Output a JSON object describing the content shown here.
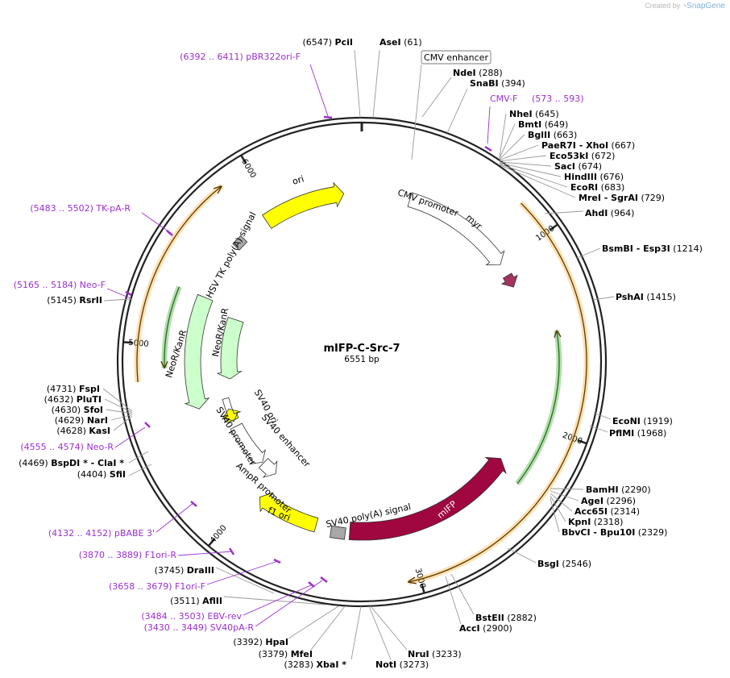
{
  "credit": {
    "prefix": "Created by",
    "brand": "SnapGene"
  },
  "plasmid": {
    "name": "mIFP-C-Src-7",
    "size": "6551 bp"
  },
  "ticks": [
    "1000",
    "2000",
    "3000",
    "4000",
    "5000",
    "6000"
  ],
  "features": [
    {
      "label": "ori",
      "type": "ori"
    },
    {
      "label": "CMV promoter",
      "type": "promoter"
    },
    {
      "label": "myr",
      "type": "misc"
    },
    {
      "label": "mIFP",
      "type": "cds"
    },
    {
      "label": "SV40 poly(A) signal",
      "type": "polyA"
    },
    {
      "label": "f1 ori",
      "type": "ori"
    },
    {
      "label": "AmpR promoter",
      "type": "promoter"
    },
    {
      "label": "SV40 promoter",
      "type": "promoter"
    },
    {
      "label": "SV40 ori",
      "type": "ori"
    },
    {
      "label": "SV40 enhancer",
      "type": "enhancer"
    },
    {
      "label": "NeoR/KanR",
      "type": "cds"
    },
    {
      "label": "NeoR/KanR",
      "type": "cds"
    },
    {
      "label": "HSV TK poly(A) signal",
      "type": "polyA"
    },
    {
      "label": "CMV enhancer",
      "type": "enhancer"
    }
  ],
  "enzymes": [
    {
      "name": "PciI",
      "pos": "(6547)"
    },
    {
      "name": "AseI",
      "pos": "(61)"
    },
    {
      "name": "NdeI",
      "pos": "(288)"
    },
    {
      "name": "SnaBI",
      "pos": "(394)"
    },
    {
      "name": "NheI",
      "pos": "(645)"
    },
    {
      "name": "BmtI",
      "pos": "(649)"
    },
    {
      "name": "BglII",
      "pos": "(663)"
    },
    {
      "name": "PaeR7I  - XhoI",
      "pos": "(667)"
    },
    {
      "name": "Eco53kI",
      "pos": "(672)"
    },
    {
      "name": "SacI",
      "pos": "(674)"
    },
    {
      "name": "HindIII",
      "pos": "(676)"
    },
    {
      "name": "EcoRI",
      "pos": "(683)"
    },
    {
      "name": "MreI  - SgrAI",
      "pos": "(729)"
    },
    {
      "name": "AhdI",
      "pos": "(964)"
    },
    {
      "name": "BsmBI  - Esp3I",
      "pos": "(1214)"
    },
    {
      "name": "PshAI",
      "pos": "(1415)"
    },
    {
      "name": "EcoNI",
      "pos": "(1919)"
    },
    {
      "name": "PflMI",
      "pos": "(1968)"
    },
    {
      "name": "BamHI",
      "pos": "(2290)"
    },
    {
      "name": "AgeI",
      "pos": "(2296)"
    },
    {
      "name": "Acc65I",
      "pos": "(2314)"
    },
    {
      "name": "KpnI",
      "pos": "(2318)"
    },
    {
      "name": "BbvCI  - Bpu10I",
      "pos": "(2329)"
    },
    {
      "name": "BsgI",
      "pos": "(2546)"
    },
    {
      "name": "BstEII",
      "pos": "(2882)"
    },
    {
      "name": "AccI",
      "pos": "(2900)"
    },
    {
      "name": "NruI",
      "pos": "(3233)"
    },
    {
      "name": "NotI",
      "pos": "(3273)"
    },
    {
      "name": "XbaI *",
      "pos": "(3283)"
    },
    {
      "name": "MfeI",
      "pos": "(3379)"
    },
    {
      "name": "HpaI",
      "pos": "(3392)"
    },
    {
      "name": "AflII",
      "pos": "(3511)"
    },
    {
      "name": "DraIII",
      "pos": "(3745)"
    },
    {
      "name": "SfiI",
      "pos": "(4404)"
    },
    {
      "name": "BspDI *  - ClaI *",
      "pos": "(4469)"
    },
    {
      "name": "KasI",
      "pos": "(4628)"
    },
    {
      "name": "NarI",
      "pos": "(4629)"
    },
    {
      "name": "SfoI",
      "pos": "(4630)"
    },
    {
      "name": "PluTI",
      "pos": "(4632)"
    },
    {
      "name": "FspI",
      "pos": "(4731)"
    },
    {
      "name": "RsrII",
      "pos": "(5145)"
    }
  ],
  "primers": [
    {
      "text": "(6392 .. 6411)  pBR322ori-F"
    },
    {
      "text": "CMV-F"
    },
    {
      "text": "(573 .. 593)"
    },
    {
      "text": "(5483 .. 5502)  TK-pA-R"
    },
    {
      "text": "(5165 .. 5184)  Neo-F"
    },
    {
      "text": "(4555 .. 4574)  Neo-R"
    },
    {
      "text": "(4132 .. 4152)  pBABE 3'"
    },
    {
      "text": "(3870 .. 3889)  F1ori-R"
    },
    {
      "text": "(3658 .. 3679)  F1ori-F"
    },
    {
      "text": "(3484 .. 3503)  EBV-rev"
    },
    {
      "text": "(3430 .. 3449)  SV40pA-R"
    }
  ],
  "colors": {
    "backbone": "#222222",
    "primer": "#9b30d0",
    "ori": "#ffff00",
    "mifp": "#a0063f",
    "myr": "#a4335f",
    "neo_arrow": "#ccffcc",
    "orf_orange": "#f5a623",
    "orf_green": "#2e9e1f",
    "polyA": "#a8a8a8",
    "promoter": "#ffffff",
    "line": "#999999"
  }
}
